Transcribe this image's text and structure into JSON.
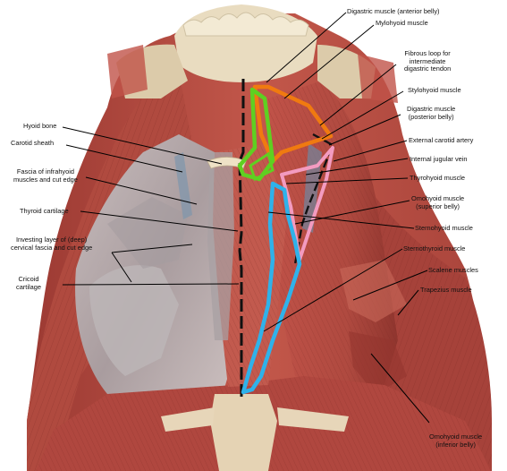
{
  "labels": {
    "digastric_anterior": "Digastric muscle (anterior belly)",
    "mylohyoid": "Mylohyoid muscle",
    "fibrous_loop": "Fibrous loop for\nintermediate\ndigastric tendon",
    "stylohyoid": "Stylohyoid muscle",
    "digastric_posterior": "Digastric muscle\n(posterior belly)",
    "external_carotid": "External carotid artery",
    "internal_jugular": "Internal jugular vein",
    "thyrohyoid": "Thyrohyoid muscle",
    "omohyoid_superior": "Omohyoid muscle\n(superior belly)",
    "sternohyoid": "Sternohyoid muscle",
    "sternothyroid": "Sternothyroid muscle",
    "scalene": "Scalene muscles",
    "trapezius": "Trapezius muscle",
    "omohyoid_inferior": "Omohyoid muscle\n(inferior belly)",
    "hyoid_bone": "Hyoid bone",
    "carotid_sheath": "Carotid sheath",
    "fascia_infrahyoid": "Fascia of infrahyoid\nmuscles and cut edge",
    "thyroid_cartilage": "Thyroid cartilage",
    "investing_layer": "Investing layer of (deep)\ncervical fascia and cut edge",
    "cricoid_cartilage": "Cricoid\ncartilage"
  },
  "colors": {
    "background": "#ffffff",
    "muscle_red": "#b4493f",
    "muscle_dark": "#8a2f2a",
    "fascia_gray": "#b9b3b5",
    "bone": "#e9dcc0",
    "orange_outline": "#f07a10",
    "green_outline": "#5fd021",
    "pink_outline": "#f39bc0",
    "blue_outline": "#2fb2ea",
    "midline": "#111111",
    "leader_line": "#000000"
  }
}
